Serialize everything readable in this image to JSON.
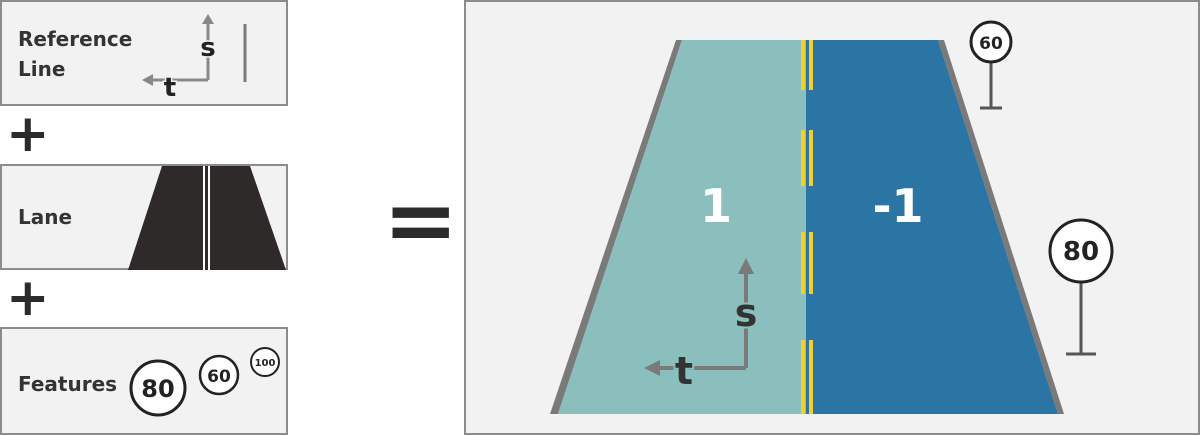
{
  "reference_line": {
    "label_line1": "Reference",
    "label_line2": "Line",
    "s_axis": "s",
    "t_axis": "t"
  },
  "lane": {
    "label": "Lane"
  },
  "features": {
    "label": "Features",
    "signs": [
      "80",
      "60",
      "100"
    ]
  },
  "operators": {
    "plus": "+",
    "equals": "="
  },
  "road": {
    "left_lane_id": "1",
    "right_lane_id": "-1",
    "s_axis": "s",
    "t_axis": "t",
    "sign_far": "60",
    "sign_near": "80",
    "colors": {
      "left_lane": "#8abfbd",
      "right_lane": "#2a75a3",
      "center_line": "#f3d02f",
      "road_edge": "#7a7a7a",
      "panel_bg": "#f2f2f2"
    }
  }
}
